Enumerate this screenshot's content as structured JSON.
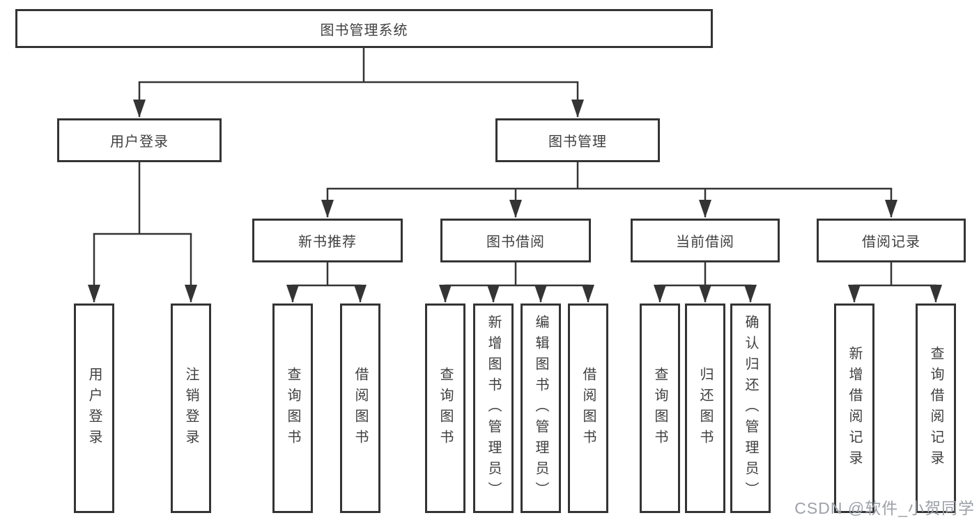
{
  "diagram_type": "functional-structure-tree",
  "colors": {
    "line": "#343434",
    "box_border": "#343434",
    "text": "#3f3f3f",
    "background": "#ffffff",
    "watermark": "#9da1a8"
  },
  "watermark": {
    "text": "CSDN @软件_小贺同学"
  },
  "tree": {
    "root": {
      "label": "图书管理系统",
      "children": [
        {
          "label": "用户登录",
          "children": [
            {
              "label": "用户登录"
            },
            {
              "label": "注销登录"
            }
          ]
        },
        {
          "label": "图书管理",
          "children": [
            {
              "label": "新书推荐",
              "children": [
                {
                  "label": "查询图书"
                },
                {
                  "label": "借阅图书"
                }
              ]
            },
            {
              "label": "图书借阅",
              "children": [
                {
                  "label": "查询图书"
                },
                {
                  "label": "新增图书（管理员）"
                },
                {
                  "label": "编辑图书（管理员）"
                },
                {
                  "label": "借阅图书"
                }
              ]
            },
            {
              "label": "当前借阅",
              "children": [
                {
                  "label": "查询图书"
                },
                {
                  "label": "归还图书"
                },
                {
                  "label": "确认归还（管理员）"
                }
              ]
            },
            {
              "label": "借阅记录",
              "children": [
                {
                  "label": "新增借阅记录"
                },
                {
                  "label": "查询借阅记录"
                }
              ]
            }
          ]
        }
      ]
    }
  }
}
